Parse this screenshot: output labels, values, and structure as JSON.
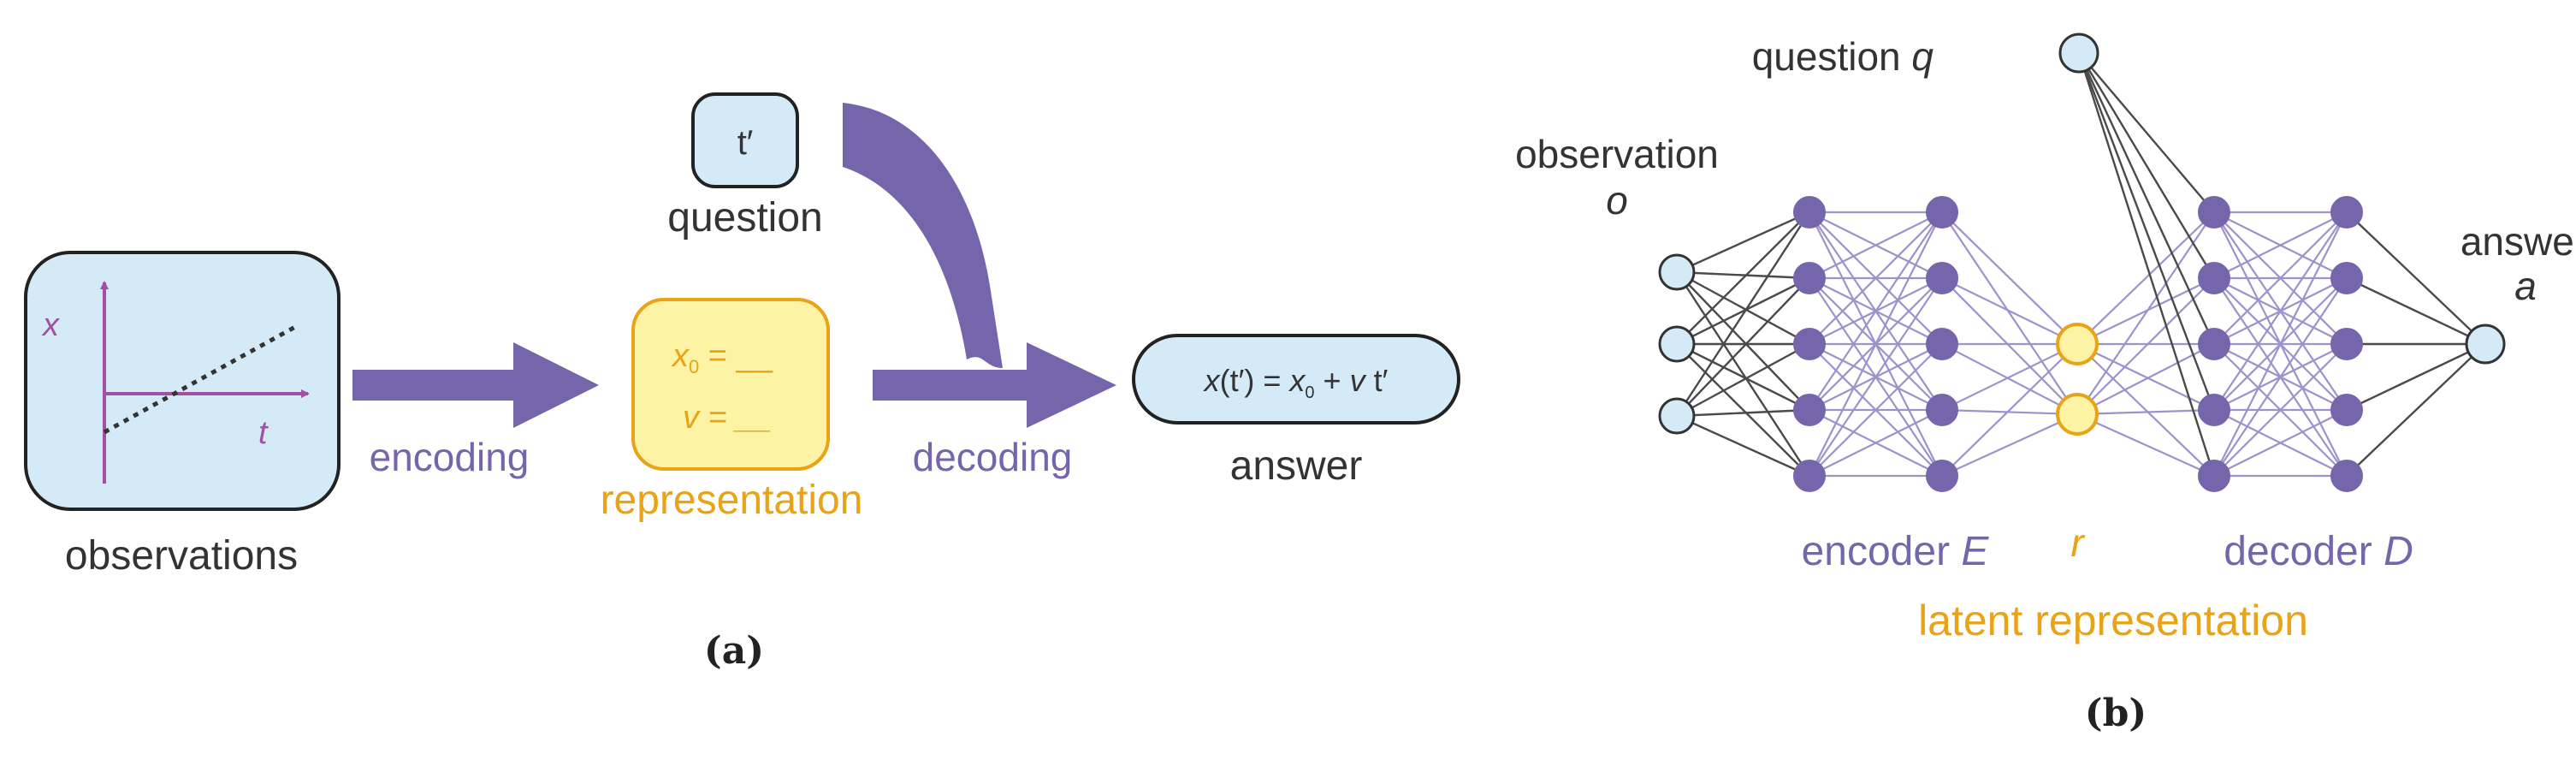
{
  "panel_a": {
    "caption": "(a)",
    "plot": {
      "x_axis_label": "x",
      "t_axis_label": "t"
    },
    "observations_label": "observations",
    "encoding_label": "encoding",
    "question_box_text": "t′",
    "question_label": "question",
    "representation": {
      "x0_var": "x",
      "x0_sub": "0",
      "x0_rest": " = __",
      "v_line": "v = __"
    },
    "representation_label": "representation",
    "decoding_label": "decoding",
    "answer_box": {
      "lhs": "x",
      "mid": "(t′) = ",
      "x0": "x",
      "x0_sub": "0",
      "plus": " + ",
      "v": "v",
      "t_end": " t′"
    },
    "answer_label": "answer"
  },
  "panel_b": {
    "caption": "(b)",
    "question_label": "question ",
    "question_var": "q",
    "observation_label": "observation",
    "observation_var": "o",
    "answer_label": "answer",
    "answer_var": "a",
    "encoder_label": "encoder ",
    "encoder_var": "E",
    "latent_var": "r",
    "decoder_label": "decoder ",
    "decoder_var": "D",
    "latent_label": "latent representation"
  },
  "colors": {
    "purple": "#7566ab",
    "light_purple": "#9c92cc",
    "orange": "#e8a317",
    "yellow_fill": "#fdf3a5",
    "blue_fill": "#d4eaf7",
    "dark_edge": "#4a4a4a",
    "text_gray": "#333333"
  }
}
